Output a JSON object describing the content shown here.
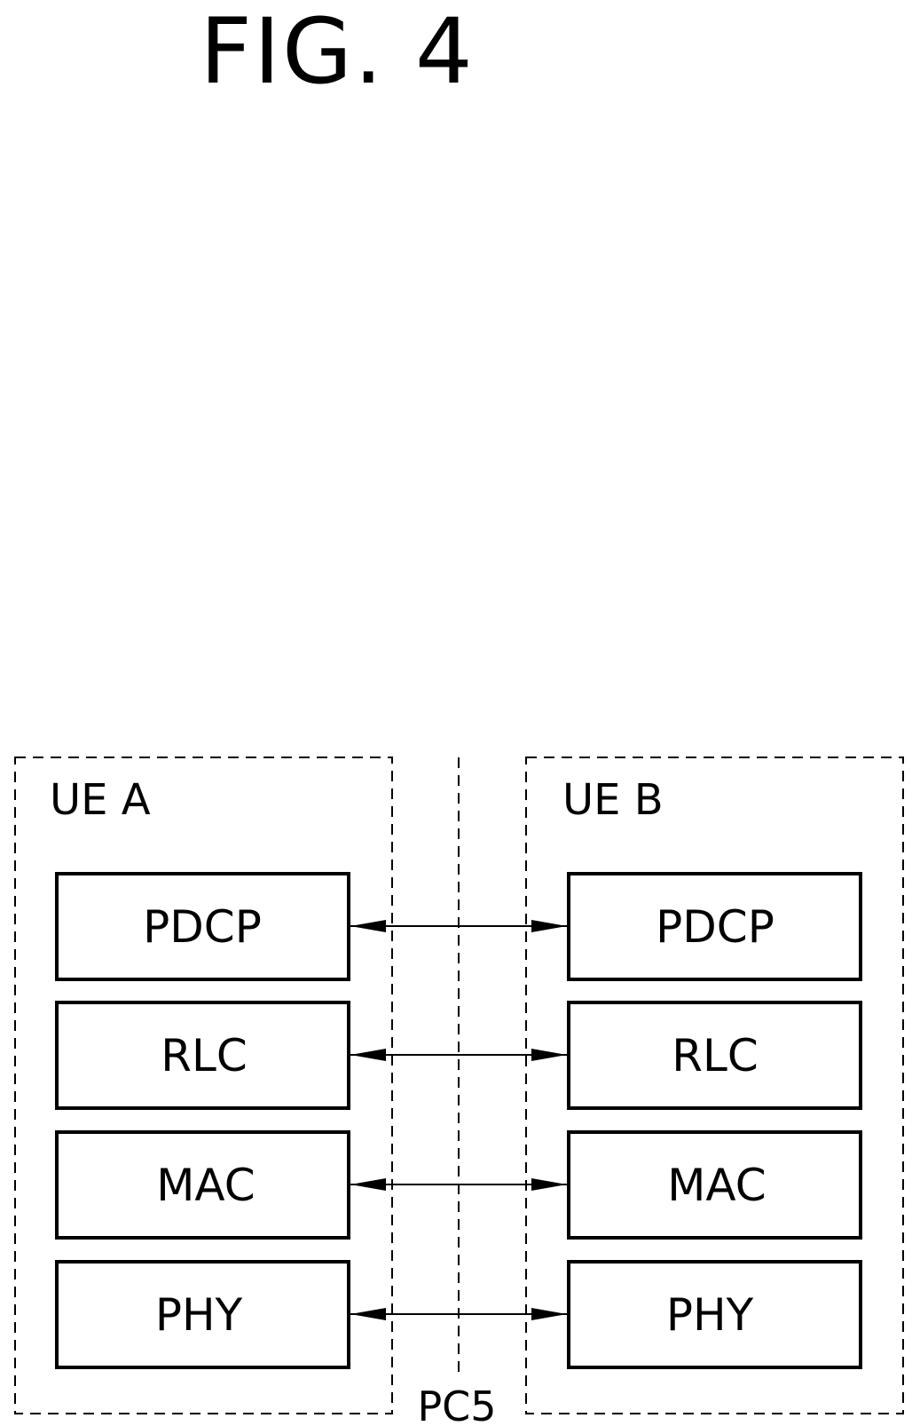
{
  "figure": {
    "title": "FIG. 4"
  },
  "ue_a": {
    "label": "UE A",
    "layers": [
      "PDCP",
      "RLC",
      "MAC",
      "PHY"
    ]
  },
  "ue_b": {
    "label": "UE B",
    "layers": [
      "PDCP",
      "RLC",
      "MAC",
      "PHY"
    ]
  },
  "interface": {
    "label": "PC5"
  }
}
